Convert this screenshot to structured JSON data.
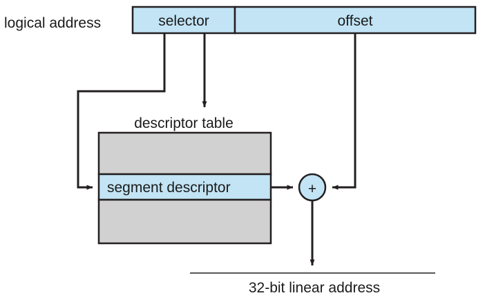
{
  "diagram": {
    "title": "logical-to-linear address translation",
    "colors": {
      "fill_blue": "#c2e4f5",
      "fill_gray": "#d1d1d1",
      "stroke": "#231f20",
      "text": "#1a1a1a",
      "background": "#ffffff"
    },
    "labels": {
      "logical_address": "logical address",
      "selector": "selector",
      "offset": "offset",
      "descriptor_table": "descriptor table",
      "segment_descriptor": "segment descriptor",
      "adder": "+",
      "linear_address": "32-bit linear address"
    },
    "nodes": [
      {
        "id": "logical-address-label",
        "label": "logical address",
        "kind": "text"
      },
      {
        "id": "selector-field",
        "label": "selector",
        "kind": "box",
        "fill": "#c2e4f5"
      },
      {
        "id": "offset-field",
        "label": "offset",
        "kind": "box",
        "fill": "#c2e4f5"
      },
      {
        "id": "descriptor-table-label",
        "label": "descriptor table",
        "kind": "text"
      },
      {
        "id": "descriptor-table-row-top",
        "label": "",
        "kind": "box",
        "fill": "#d1d1d1"
      },
      {
        "id": "segment-descriptor-row",
        "label": "segment descriptor",
        "kind": "box",
        "fill": "#c2e4f5"
      },
      {
        "id": "descriptor-table-row-bottom",
        "label": "",
        "kind": "box",
        "fill": "#d1d1d1"
      },
      {
        "id": "adder-node",
        "label": "+",
        "kind": "circle",
        "fill": "#c2e4f5"
      },
      {
        "id": "linear-address-label",
        "label": "32-bit linear address",
        "kind": "text"
      }
    ],
    "edges": [
      {
        "id": "selector-to-descriptor-table",
        "from": "selector-field",
        "to": "descriptor-table-label",
        "arrow": true
      },
      {
        "id": "selector-to-segment-descriptor",
        "from": "selector-field",
        "to": "segment-descriptor-row",
        "arrow": true
      },
      {
        "id": "segment-descriptor-to-adder",
        "from": "segment-descriptor-row",
        "to": "adder-node",
        "arrow": true
      },
      {
        "id": "offset-to-adder",
        "from": "offset-field",
        "to": "adder-node",
        "arrow": true
      },
      {
        "id": "adder-to-linear-address",
        "from": "adder-node",
        "to": "linear-address-label",
        "arrow": true
      }
    ]
  }
}
